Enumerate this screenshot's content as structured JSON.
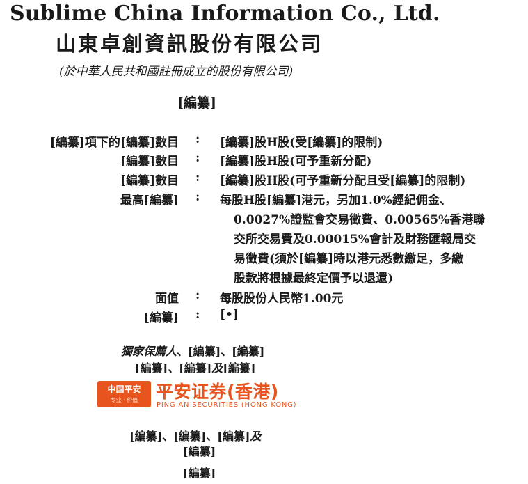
{
  "header": {
    "company_en": "Sublime China Information Co., Ltd.",
    "company_zh": "山東卓創資訊股份有限公司",
    "incorporation": "(於中華人民共和國註冊成立的股份有限公司)",
    "document_title": "[編纂]"
  },
  "offering": {
    "rows": [
      {
        "label": "[編纂]項下的[編纂]數目",
        "colon": ":",
        "value": "[編纂]股H股(受[編纂]的限制)"
      },
      {
        "label": "[編纂]數目",
        "colon": ":",
        "value": "[編纂]股H股(可予重新分配)"
      },
      {
        "label": "[編纂]數目",
        "colon": ":",
        "value": "[編纂]股H股(可予重新分配且受[編纂]的限制)"
      },
      {
        "label": "最高[編纂]",
        "colon": ":",
        "value": "每股H股[編纂]港元，另加1.0%經紀佣金、"
      },
      {
        "label": "面值",
        "colon": ":",
        "value": "每股股份人民幣1.00元"
      },
      {
        "label": "[編纂]",
        "colon": ":",
        "value": "[•]"
      }
    ],
    "max_price_continuation": [
      "0.0027%證監會交易徵費、0.00565%香港聯",
      "交所交易費及0.00015%會計及財務匯報局交",
      "易徵費(須於[編纂]時以港元悉數繳足，多繳",
      "股款將根據最終定價予以退還)"
    ]
  },
  "sponsors": {
    "sole_sponsor_prefix": "獨家保薦人",
    "sole_sponsor_rest": "、[編纂]、[編纂]",
    "line2_part1": "[編纂]、[編纂]",
    "line2_and": "及",
    "line2_part2": "[編纂]",
    "line3_part1": "[編纂]、[編纂]、[編纂]",
    "line3_and": "及",
    "line4": "[編纂]",
    "line5": "[編纂]"
  },
  "logo": {
    "box_main": "中国平安",
    "box_tagline": "专业 · 价值",
    "name_cn": "平安证券(香港)",
    "name_en": "PING AN SECURITIES (HONG KONG)",
    "brand_color": "#e8541e"
  }
}
